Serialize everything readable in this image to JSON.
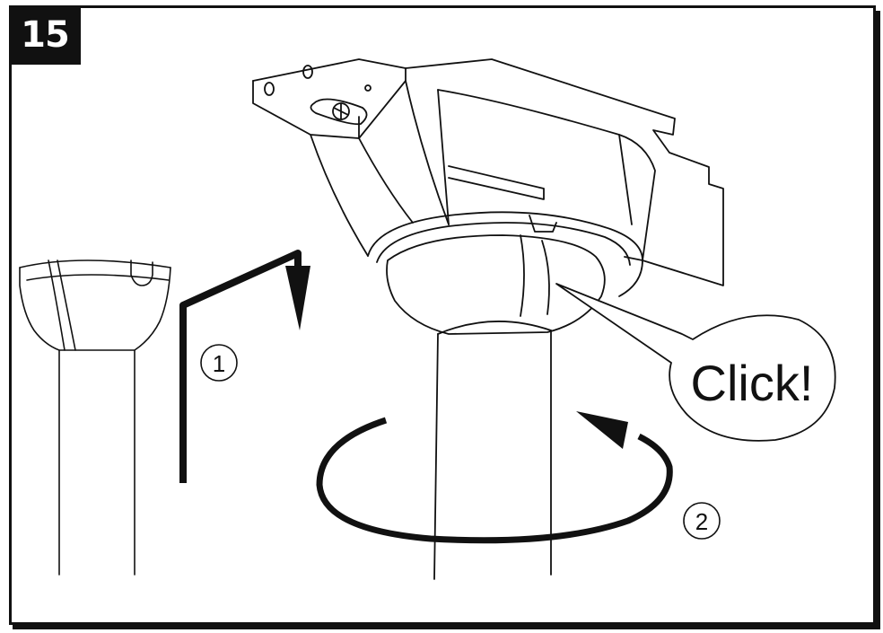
{
  "step": {
    "number": "15"
  },
  "callouts": {
    "step1": "1",
    "step2": "2",
    "sound": "Click!"
  },
  "colors": {
    "ink": "#111111",
    "paper": "#ffffff"
  }
}
